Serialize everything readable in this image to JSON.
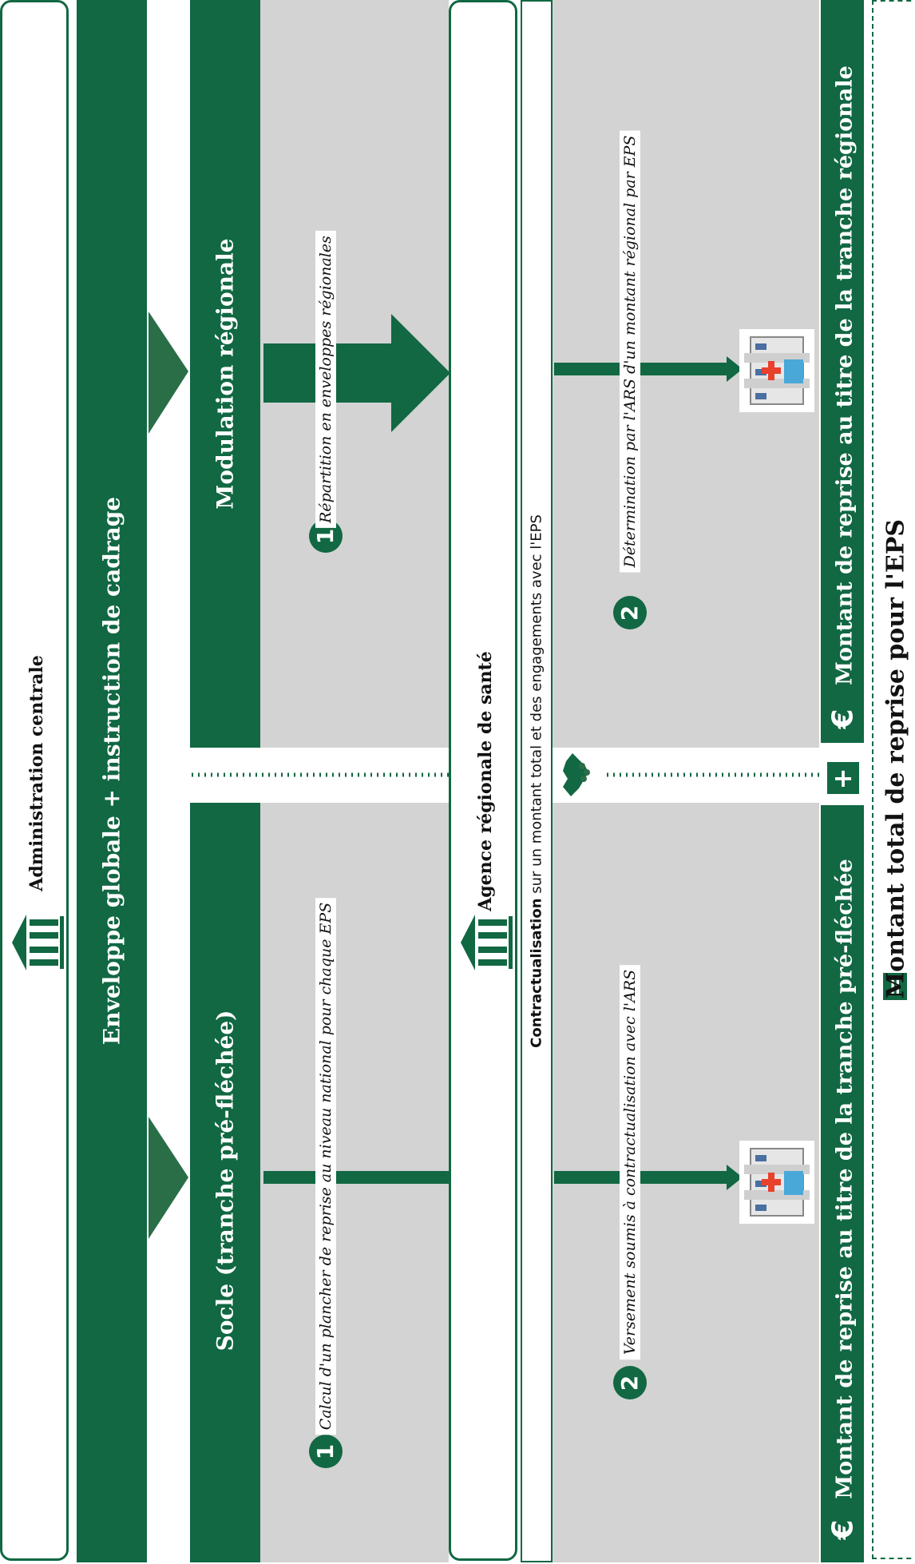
{
  "admin": {
    "title": "Administration centrale"
  },
  "band": {
    "title": "Enveloppe globale + instruction de cadrage"
  },
  "socle": {
    "title": "Socle (tranche pré-fléchée)",
    "step1": {
      "num": "1",
      "text": "Calcul d'un plancher de reprise au niveau national pour chaque EPS"
    },
    "step2": {
      "num": "2",
      "text": "Versement soumis à contractualisation avec l'ARS"
    },
    "result": "Montant de reprise au titre de la tranche pré-fléchée"
  },
  "modulation": {
    "title": "Modulation régionale",
    "step1": {
      "num": "1",
      "text": "Répartition en enveloppes régionales"
    },
    "step2": {
      "num": "2",
      "text": "Détermination par l'ARS d'un montant régional par EPS"
    },
    "result": "Montant de reprise au titre de la tranche régionale"
  },
  "ars": {
    "title": "Agence régionale de santé"
  },
  "contract": {
    "bold": "Contractualisation",
    "rest": " sur un montant total et des engagements avec l'EPS"
  },
  "total": {
    "text": "Montant total de reprise pour l'EPS"
  },
  "symbols": {
    "euro": "€",
    "plus": "+",
    "equals": "="
  },
  "icons": [
    "building-columns-icon",
    "hospital-icon",
    "handshake-icon",
    "euro-icon",
    "plus-icon",
    "equals-icon",
    "arrow-icon"
  ],
  "colors": {
    "green": "#116843",
    "dark_green": "#2a6e48",
    "gray": "#d3d3d3"
  }
}
